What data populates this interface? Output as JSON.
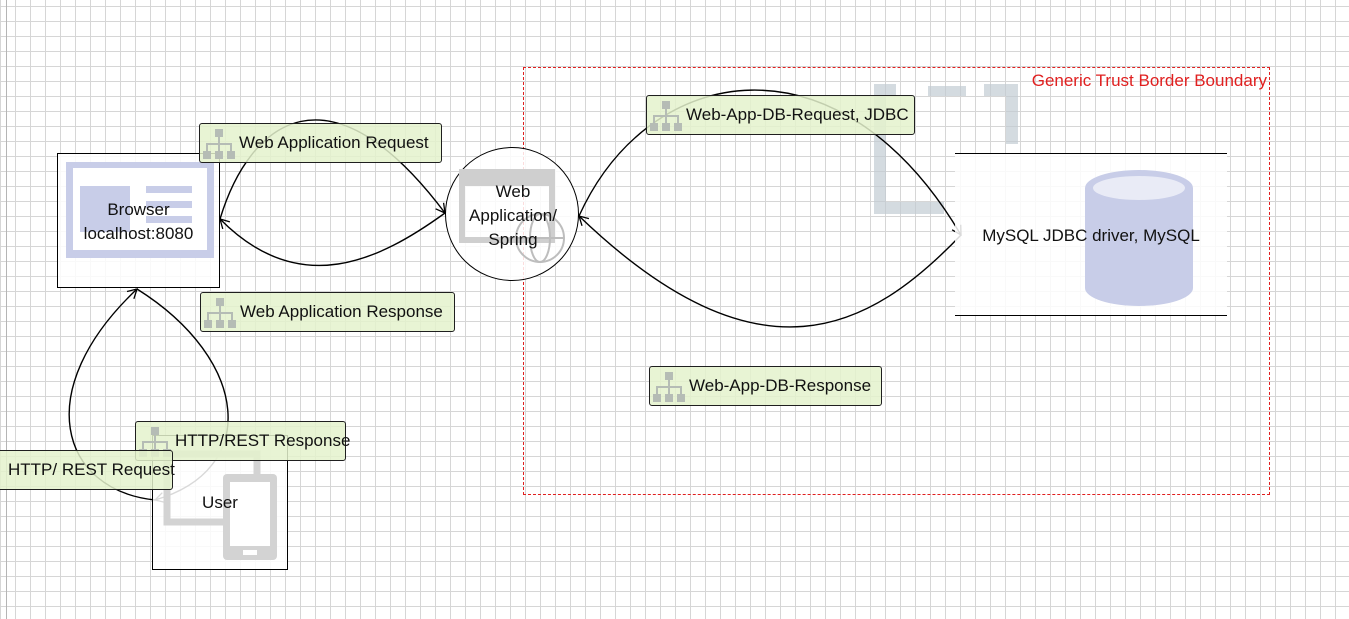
{
  "diagram": {
    "nodes": {
      "browser": {
        "label_line1": "Browser",
        "label_line2": "localhost:8080",
        "kind": "external-interactor-browser"
      },
      "web_app": {
        "label_line1": "Web",
        "label_line2": "Application/",
        "label_line3": "Spring",
        "kind": "process"
      },
      "database": {
        "label": "MySQL JDBC driver, MySQL",
        "kind": "data-store"
      },
      "user": {
        "label": "User",
        "kind": "external-interactor-mobile"
      }
    },
    "trust_boundary": {
      "label": "Generic Trust Border Boundary",
      "color": "#e02020"
    },
    "flows": {
      "web_app_request": "Web Application Request",
      "web_app_response": "Web Application Response",
      "db_request": "Web-App-DB-Request, JDBC",
      "db_response": "Web-App-DB-Response",
      "http_rest_response": "HTTP/REST Response",
      "http_rest_request": "HTTP/ REST Request"
    },
    "icons": {
      "flow": "dataflow-icon",
      "browser": "browser-window-icon",
      "web_app": "web-app-icon",
      "database": "database-cylinder-icon",
      "user": "mobile-device-icon"
    },
    "colors": {
      "flow_fill": "#e4f2cd",
      "icon_fill": "#c8cde8",
      "boundary": "#e02020"
    }
  }
}
